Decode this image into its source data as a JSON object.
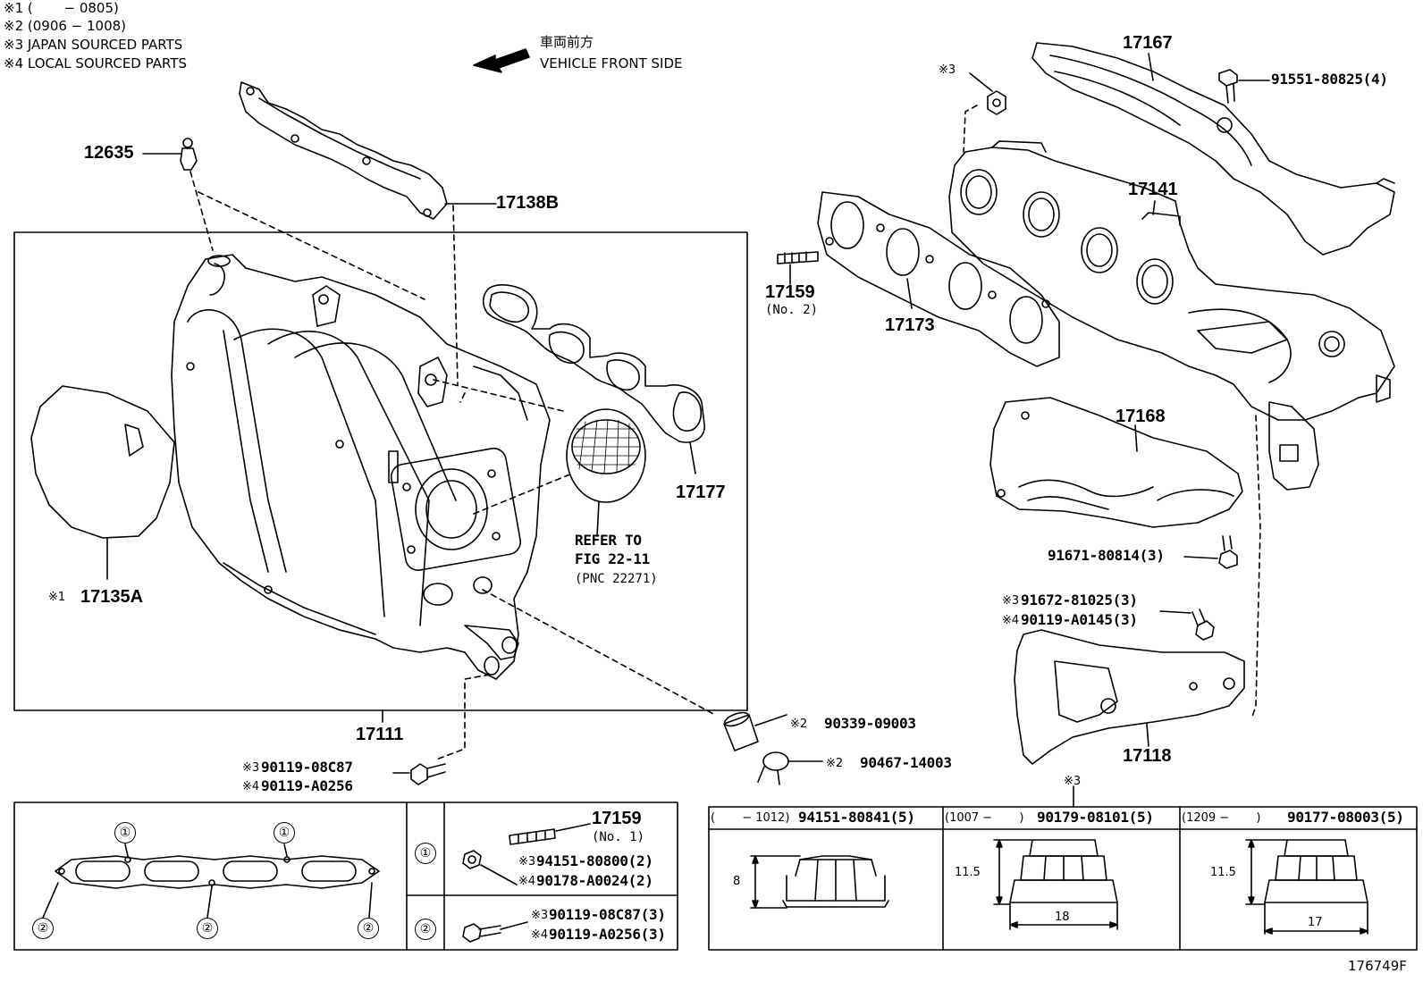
{
  "legend": {
    "line1": "※1 (　　 − 0805)",
    "line2": "※2 (0906 − 1008)",
    "line3": "※3 JAPAN SOURCED PARTS",
    "line4": "※4 LOCAL SOURCED PARTS"
  },
  "direction": {
    "jp": "車両前方",
    "en": "VEHICLE FRONT SIDE"
  },
  "parts": {
    "p12635": "12635",
    "p17138B": "17138B",
    "p17135A": "17135A",
    "p17135A_mark": "※1",
    "p17111": "17111",
    "p17177": "17177",
    "refer1": "REFER TO",
    "refer2": "FIG 22-11",
    "refer3": "(PNC 22271)",
    "p17167": "17167",
    "p91551": "91551-80825(4)",
    "mark3_top": "※3",
    "p17141": "17141",
    "p17159": "17159",
    "p17159_no": "(No. 2)",
    "p17173": "17173",
    "p17168": "17168",
    "p91671": "91671-80814(3)",
    "p91672": "91672-81025(3)",
    "p91672_mark": "※3",
    "p90119a0145": "90119-A0145(3)",
    "p90119a0145_mark": "※4",
    "p17118": "17118",
    "p90339": "90339-09003",
    "p90339_mark": "※2",
    "p90467": "90467-14003",
    "p90467_mark": "※2",
    "p90119_08c87": "90119-08C87",
    "p90119_08c87_mark": "※3",
    "p90119_a0256": "90119-A0256",
    "p90119_a0256_mark": "※4",
    "mark3_table": "※3"
  },
  "gasket_table": {
    "circle1": "①",
    "circle2": "②",
    "stud": "17159",
    "stud_no": "(No. 1)",
    "r1a_mark": "※3",
    "r1a": "94151-80800(2)",
    "r1b_mark": "※4",
    "r1b": "90178-A0024(2)",
    "r2a_mark": "※3",
    "r2a": "90119-08C87(3)",
    "r2b_mark": "※4",
    "r2b": "90119-A0256(3)"
  },
  "nut_table": {
    "col1_head_pre": "(　　 − 1012)",
    "col1_head": "94151-80841(5)",
    "col2_head_pre": "(1007 −　　 )",
    "col2_head": "90179-08101(5)",
    "col3_head_pre": "(1209 −　　 )",
    "col3_head": "90177-08003(5)",
    "col1_dim": "8",
    "col2_dim_h": "11.5",
    "col2_dim_w": "18",
    "col3_dim_h": "11.5",
    "col3_dim_w": "17"
  },
  "figure_id": "176749F"
}
